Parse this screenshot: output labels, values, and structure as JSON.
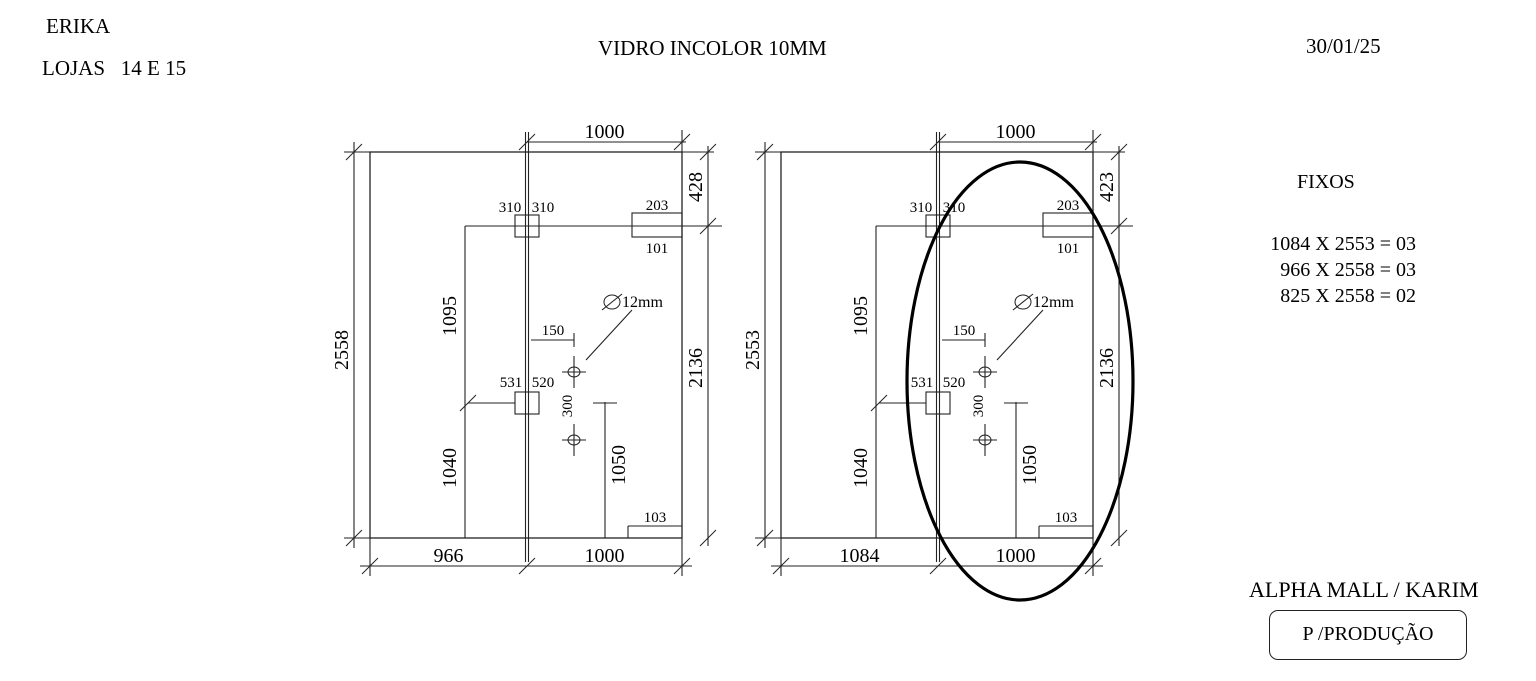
{
  "header": {
    "client": "ERIKA",
    "store": "LOJAS   14 E 15",
    "material": "VIDRO INCOLOR 10MM",
    "date": "30/01/25"
  },
  "fixos": {
    "title": "FIXOS",
    "items": [
      "1084 X 2553 = 03",
      "966 X 2558 = 03",
      "825 X 2558 = 02"
    ]
  },
  "footer": {
    "mall": "ALPHA MALL / KARIM",
    "production": "P /PRODUÇÃO"
  },
  "drawings": [
    {
      "height": "2558",
      "fixed_width": "966",
      "door_width_top": "1000",
      "door_width_bottom": "1000",
      "top_transom": "428",
      "door_height": "2136",
      "upper_hinge": "1095",
      "lower_hinge": "1040",
      "hinge_top_a": "310",
      "hinge_top_b": "310",
      "hinge_mid_a": "531",
      "hinge_mid_b": "520",
      "lock_top_w": "203",
      "lock_top_h": "101",
      "lock_bottom": "103",
      "hole_diameter": "12mm",
      "hole_offset": "150",
      "hole_spacing": "300",
      "handle_height": "1050"
    },
    {
      "height": "2553",
      "fixed_width": "1084",
      "door_width_top": "1000",
      "door_width_bottom": "1000",
      "top_transom": "423",
      "door_height": "2136",
      "upper_hinge": "1095",
      "lower_hinge": "1040",
      "hinge_top_a": "310",
      "hinge_top_b": "310",
      "hinge_mid_a": "531",
      "hinge_mid_b": "520",
      "lock_top_w": "203",
      "lock_top_h": "101",
      "lock_bottom": "103",
      "hole_diameter": "12mm",
      "hole_offset": "150",
      "hole_spacing": "300",
      "handle_height": "1050"
    }
  ]
}
